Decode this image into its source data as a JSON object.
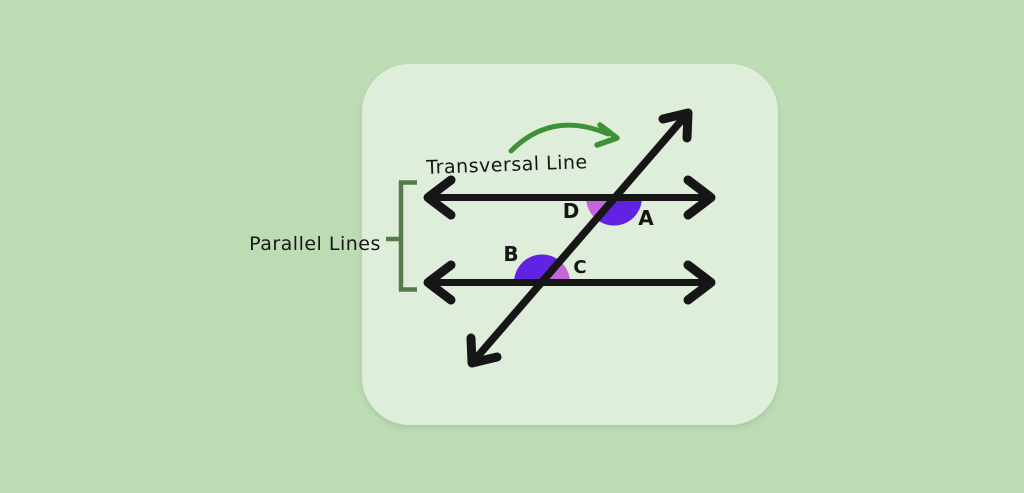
{
  "colors": {
    "background": "#bddcb4",
    "card": "#dfeeda",
    "ink": "#161616",
    "angle_obtuse": "#6122e2",
    "angle_acute": "#c566d8",
    "green_arrow": "#3e9136",
    "bracket": "#587a4f"
  },
  "labels": {
    "transversal_line": "Transversal Line",
    "parallel_lines": "Parallel Lines",
    "angle_a": "A",
    "angle_b": "B",
    "angle_c": "C",
    "angle_d": "D"
  }
}
